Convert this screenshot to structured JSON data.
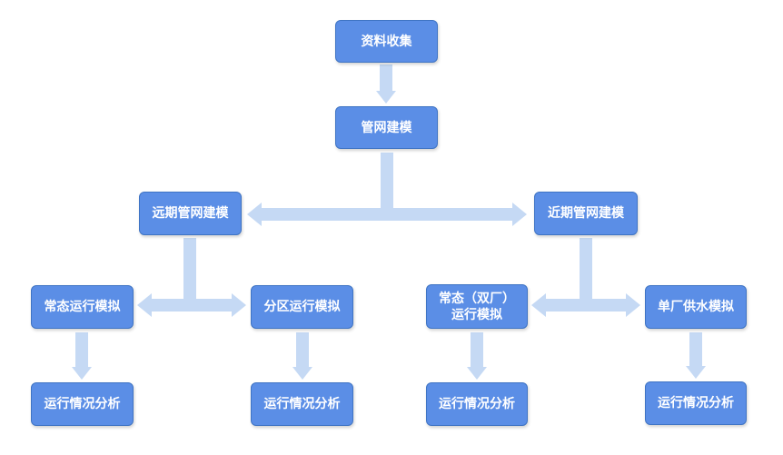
{
  "colors": {
    "node_fill": "#5b8ee6",
    "node_border": "#3f74c4",
    "node_text": "#ffffff",
    "connector": "#c5d9f4"
  },
  "nodes": {
    "collect": "资料收集",
    "network_model": "管网建模",
    "long_term": "远期管网建模",
    "near_term": "近期管网建模",
    "lt_normal_op": "常态运行模拟",
    "lt_zone_op": "分区运行模拟",
    "nt_dual_op": "常态（双厂）\n运行模拟",
    "nt_single_supply": "单厂供水模拟",
    "analysis_1": "运行情况分析",
    "analysis_2": "运行情况分析",
    "analysis_3": "运行情况分析",
    "analysis_4": "运行情况分析"
  }
}
